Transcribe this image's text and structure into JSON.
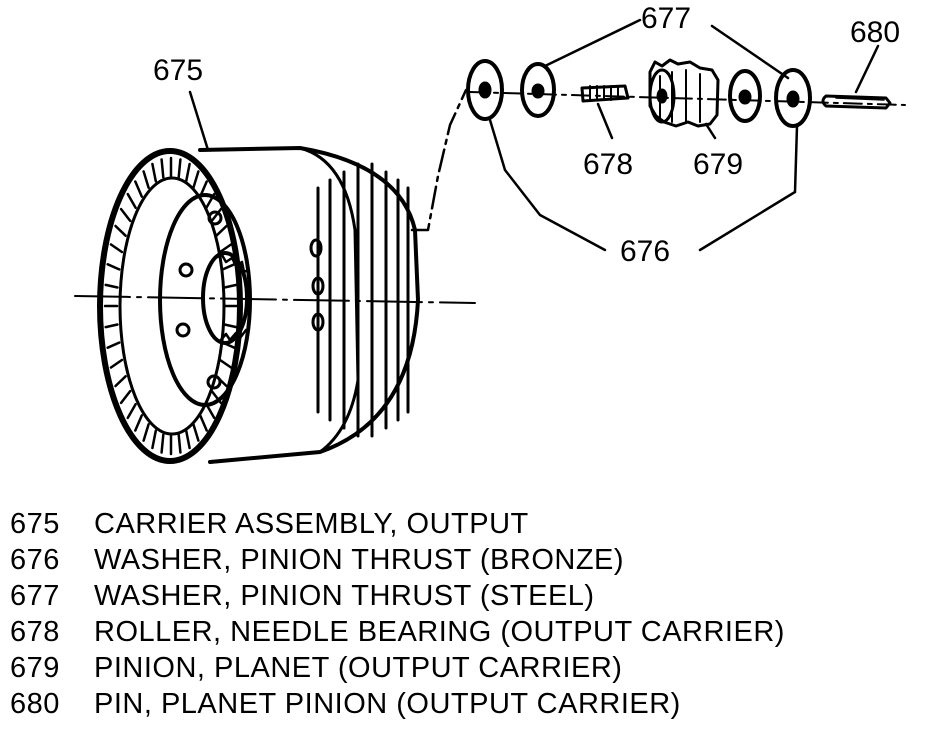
{
  "callouts": {
    "c675": "675",
    "c676": "676",
    "c677": "677",
    "c678": "678",
    "c679": "679",
    "c680": "680"
  },
  "legend": [
    {
      "number": "675",
      "description": "CARRIER ASSEMBLY, OUTPUT"
    },
    {
      "number": "676",
      "description": "WASHER, PINION THRUST (BRONZE)"
    },
    {
      "number": "677",
      "description": "WASHER, PINION THRUST (STEEL)"
    },
    {
      "number": "678",
      "description": "ROLLER, NEEDLE BEARING (OUTPUT CARRIER)"
    },
    {
      "number": "679",
      "description": "PINION, PLANET (OUTPUT CARRIER)"
    },
    {
      "number": "680",
      "description": "PIN, PLANET PINION (OUTPUT CARRIER)"
    }
  ]
}
